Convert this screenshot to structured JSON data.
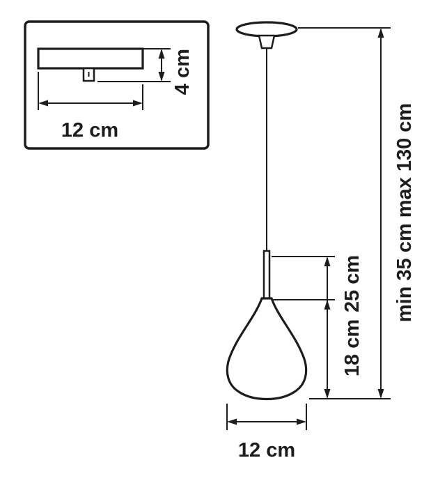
{
  "inset": {
    "width_label": "12 cm",
    "height_label": "4 cm"
  },
  "pendant": {
    "overall_height_label": "min 35 cm max 130 cm",
    "stem_plus_shade_height_label": "25 cm",
    "shade_height_label": "18 cm",
    "shade_width_label": "12 cm"
  },
  "colors": {
    "line": "#1d1d1b",
    "background": "#ffffff"
  }
}
